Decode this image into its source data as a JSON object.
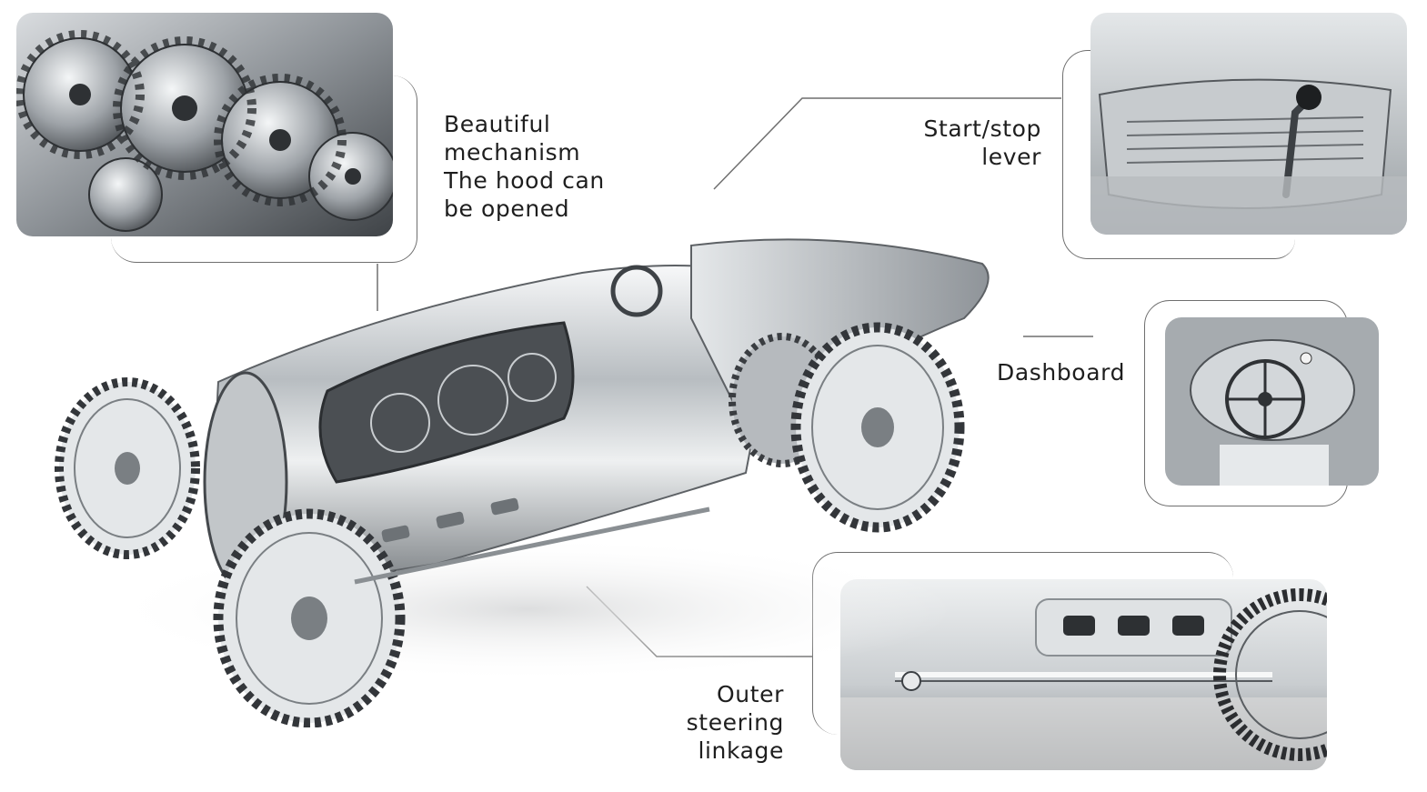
{
  "callouts": {
    "mechanism": {
      "lines": [
        "Beautiful",
        "mechanism",
        "The hood can",
        "be opened"
      ]
    },
    "start_stop": {
      "lines": [
        "Start/stop",
        "lever"
      ]
    },
    "dashboard": {
      "lines": [
        "Dashboard"
      ]
    },
    "steering": {
      "lines": [
        "Outer",
        "steering",
        "linkage"
      ]
    }
  },
  "colors": {
    "background": "#ffffff",
    "text": "#1e1e1e",
    "leader_line": "#6f6f6f",
    "steel_light": "#e9ecee",
    "steel_mid": "#a9aeb2",
    "steel_dark": "#4a4e52"
  }
}
